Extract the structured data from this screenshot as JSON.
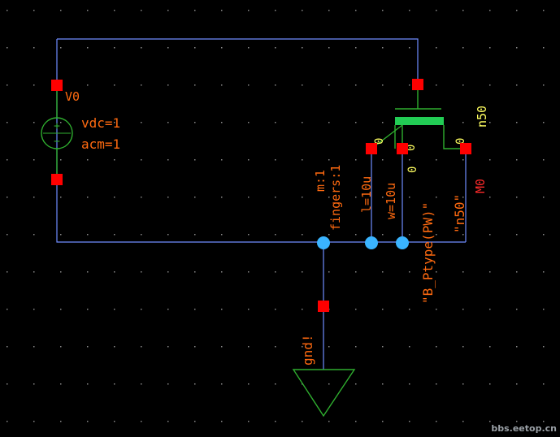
{
  "schematic": {
    "source": {
      "instance_name": "V0",
      "params": [
        "vdc=1",
        "acm=1"
      ],
      "symbol_signs": [
        "+",
        "−"
      ]
    },
    "mosfet": {
      "instance_name": "M0",
      "model": "n50",
      "terminal_labels": {
        "drain": "0",
        "gate": "0",
        "source": "0",
        "bulk": "0"
      },
      "properties": [
        "m:1",
        "fingers:1",
        "l=10u",
        "w=10u",
        "\"B_Ptype(PW)\"",
        "\"n50\""
      ]
    },
    "ground": {
      "label": "gnd!"
    }
  },
  "watermark": "bbs.eetop.cn",
  "colors": {
    "background": "#000000",
    "wire": "#6f8cff",
    "pin": "#ff0000",
    "junction": "#3ab4ff",
    "symbol": "#2fae2f",
    "gate_bar": "#22cc55",
    "label_orange": "#ff6a10",
    "label_yellow": "#ffff60",
    "label_red": "#ff2a2a"
  }
}
